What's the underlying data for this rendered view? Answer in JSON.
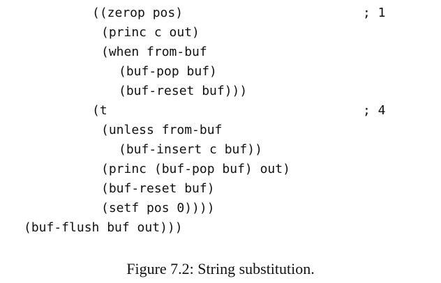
{
  "figure": {
    "top_cut_text": "\"\"\"\"\"",
    "lines": [
      "((zerop pos)",
      "(princ c out)",
      "(when from-buf",
      "(buf-pop buf)",
      "(buf-reset buf)))",
      "(t",
      "(unless from-buf",
      "(buf-insert c buf))",
      "(princ (buf-pop buf) out)",
      "(buf-reset buf)",
      "(setf pos 0))))",
      "(buf-flush buf out)))"
    ],
    "comments": [
      "; 1",
      "; 4"
    ],
    "caption": "Figure 7.2: String substitution."
  }
}
